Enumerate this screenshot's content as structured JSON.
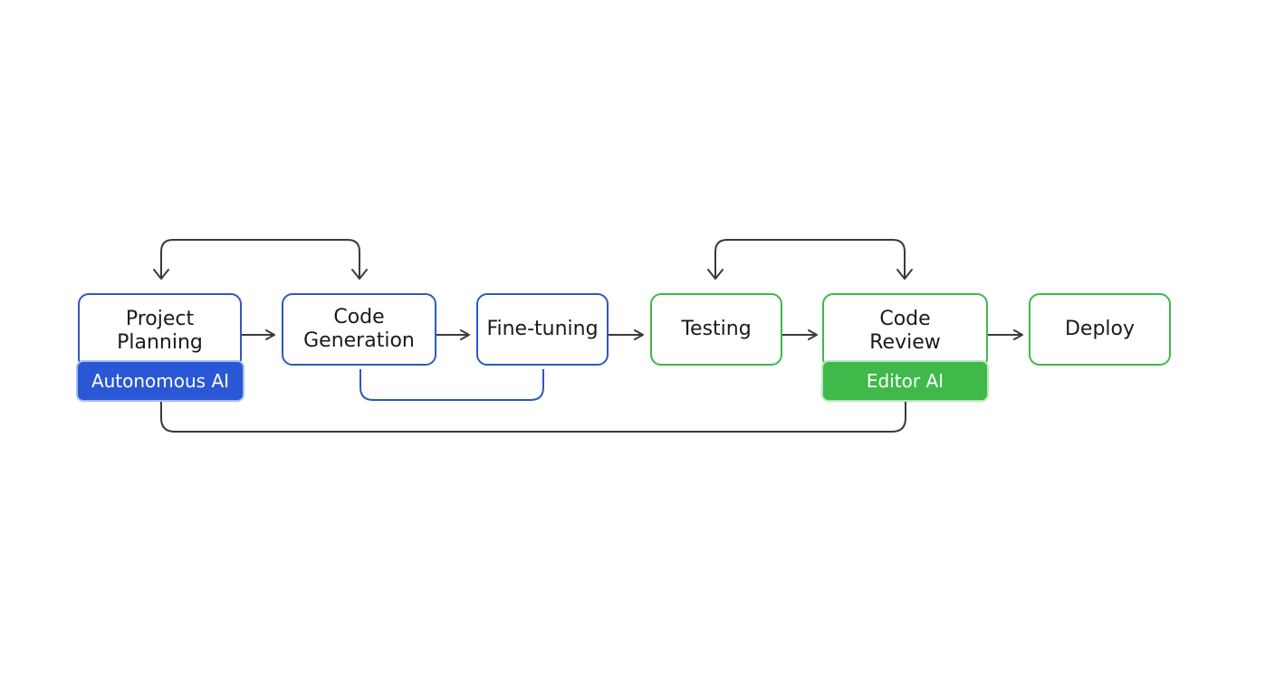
{
  "colors": {
    "blue_stage": "#2f57c4",
    "green_stage": "#3db94a",
    "blue_badge": "#2a57d6",
    "green_badge": "#3fb94a",
    "connector": "#3a3a3a",
    "loop_blue": "#2f57c4"
  },
  "stages": [
    {
      "id": "project-planning",
      "label": "Project\nPlanning",
      "group": "blue"
    },
    {
      "id": "code-generation",
      "label": "Code\nGeneration",
      "group": "blue"
    },
    {
      "id": "fine-tuning",
      "label": "Fine-tuning",
      "group": "blue"
    },
    {
      "id": "testing",
      "label": "Testing",
      "group": "green"
    },
    {
      "id": "code-review",
      "label": "Code\nReview",
      "group": "green"
    },
    {
      "id": "deploy",
      "label": "Deploy",
      "group": "green"
    }
  ],
  "badges": [
    {
      "id": "autonomous-ai",
      "label": "Autonomous AI",
      "group": "blue"
    },
    {
      "id": "editor-ai",
      "label": "Editor AI",
      "group": "green"
    }
  ],
  "edges": [
    {
      "from": "project-planning",
      "to": "code-generation",
      "type": "arrow"
    },
    {
      "from": "code-generation",
      "to": "fine-tuning",
      "type": "arrow"
    },
    {
      "from": "fine-tuning",
      "to": "testing",
      "type": "arrow"
    },
    {
      "from": "testing",
      "to": "code-review",
      "type": "arrow"
    },
    {
      "from": "code-review",
      "to": "deploy",
      "type": "arrow"
    },
    {
      "from": "code-generation",
      "to": "project-planning",
      "type": "loop-top"
    },
    {
      "from": "code-review",
      "to": "testing",
      "type": "loop-top"
    },
    {
      "from": "code-generation",
      "to": "fine-tuning",
      "type": "loop-bottom"
    },
    {
      "from": "project-planning",
      "to": "code-review",
      "type": "loop-bottom"
    }
  ]
}
